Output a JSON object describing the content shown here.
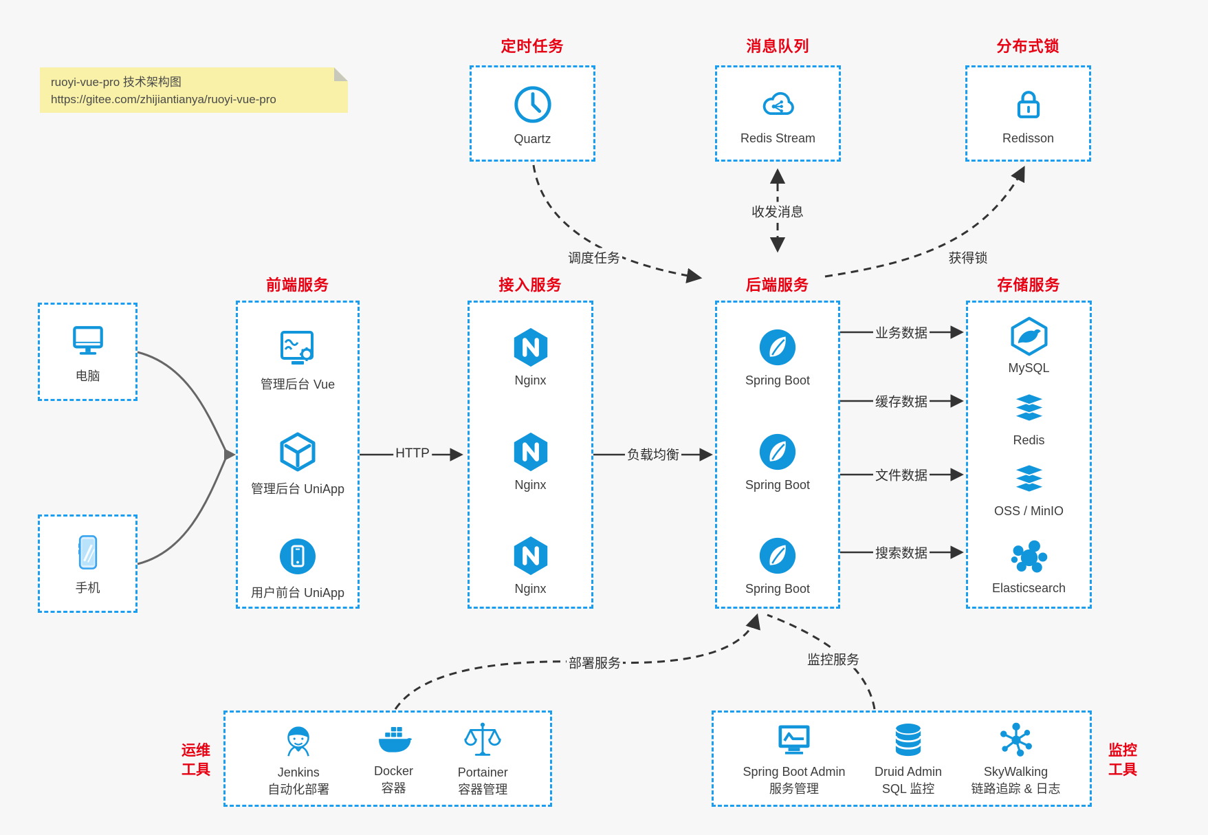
{
  "note": {
    "line1": "ruoyi-vue-pro 技术架构图",
    "line2": "https://gitee.com/zhijiantianya/ruoyi-vue-pro"
  },
  "top_row": [
    {
      "title": "定时任务",
      "icon": "clock-icon",
      "label": "Quartz"
    },
    {
      "title": "消息队列",
      "icon": "cloud-network-icon",
      "label": "Redis Stream"
    },
    {
      "title": "分布式锁",
      "icon": "lock-icon",
      "label": "Redisson"
    }
  ],
  "clients": [
    {
      "icon": "monitor-icon",
      "label": "电脑"
    },
    {
      "icon": "phone-icon",
      "label": "手机"
    }
  ],
  "columns": {
    "frontend": {
      "title": "前端服务",
      "items": [
        {
          "icon": "admin-screen-gear-icon",
          "label": "管理后台 Vue"
        },
        {
          "icon": "uniapp-cube-icon",
          "label": "管理后台 UniApp"
        },
        {
          "icon": "user-app-icon",
          "label": "用户前台 UniApp"
        }
      ]
    },
    "gateway": {
      "title": "接入服务",
      "items": [
        {
          "icon": "nginx-icon",
          "label": "Nginx"
        },
        {
          "icon": "nginx-icon",
          "label": "Nginx"
        },
        {
          "icon": "nginx-icon",
          "label": "Nginx"
        }
      ]
    },
    "backend": {
      "title": "后端服务",
      "items": [
        {
          "icon": "spring-boot-icon",
          "label": "Spring Boot"
        },
        {
          "icon": "spring-boot-icon",
          "label": "Spring Boot"
        },
        {
          "icon": "spring-boot-icon",
          "label": "Spring Boot"
        }
      ]
    },
    "storage": {
      "title": "存储服务",
      "items": [
        {
          "icon": "mysql-icon",
          "label": "MySQL"
        },
        {
          "icon": "redis-stack-icon",
          "label": "Redis"
        },
        {
          "icon": "oss-stack-icon",
          "label": "OSS / MinIO"
        },
        {
          "icon": "elasticsearch-icon",
          "label": "Elasticsearch"
        }
      ]
    }
  },
  "ops": {
    "side_line1": "运维",
    "side_line2": "工具",
    "items": [
      {
        "icon": "jenkins-icon",
        "label": "Jenkins",
        "sublabel": "自动化部署"
      },
      {
        "icon": "docker-icon",
        "label": "Docker",
        "sublabel": "容器"
      },
      {
        "icon": "portainer-icon",
        "label": "Portainer",
        "sublabel": "容器管理"
      }
    ]
  },
  "monitoring": {
    "side_line1": "监控",
    "side_line2": "工具",
    "items": [
      {
        "icon": "spring-boot-admin-icon",
        "label": "Spring Boot Admin",
        "sublabel": "服务管理"
      },
      {
        "icon": "druid-icon",
        "label": "Druid Admin",
        "sublabel": "SQL 监控"
      },
      {
        "icon": "skywalking-icon",
        "label": "SkyWalking",
        "sublabel": "链路追踪 & 日志"
      }
    ]
  },
  "edges": {
    "http": "HTTP",
    "load_balance": "负载均衡",
    "business_data": "业务数据",
    "cache_data": "缓存数据",
    "file_data": "文件数据",
    "search_data": "搜索数据",
    "schedule": "调度任务",
    "messaging": "收发消息",
    "acquire_lock": "获得锁",
    "deploy": "部署服务",
    "monitor": "监控服务"
  },
  "colors": {
    "accent_blue": "#1296db",
    "box_dash_blue": "#1b9df0",
    "title_red": "#e60012",
    "note_bg": "#f8f1a7",
    "arrow_dark": "#333333",
    "client_curve_gray": "#666666",
    "background": "#f7f7f8"
  }
}
